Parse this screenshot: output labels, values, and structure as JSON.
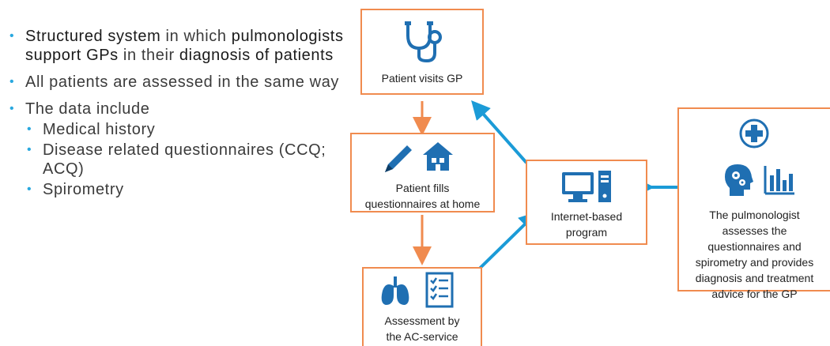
{
  "bullets": [
    {
      "segments": [
        {
          "text": "Structured system",
          "strong": true
        },
        {
          "text": " in which ",
          "strong": false
        },
        {
          "text": "pulmonologists support GPs",
          "strong": true
        },
        {
          "text": " in their ",
          "strong": false
        },
        {
          "text": "diagnosis of patients",
          "strong": true
        }
      ]
    },
    {
      "text": "All patients are assessed in the same way"
    },
    {
      "text": "The data include"
    }
  ],
  "sub_bullets": [
    "Medical history",
    "Disease related questionnaires (CCQ; ACQ)",
    "Spirometry"
  ],
  "diagram": {
    "box_gp": {
      "label": "Patient visits GP",
      "icon": "stethoscope-icon"
    },
    "box_home": {
      "label_line1": "Patient fills",
      "label_line2": "questionnaires at home",
      "icons": [
        "pencil-icon",
        "house-icon"
      ]
    },
    "box_ac": {
      "label_line1": "Assessment by",
      "label_line2": "the AC-service",
      "icons": [
        "lungs-icon",
        "checklist-icon"
      ]
    },
    "box_program": {
      "label_line1": "Internet-based",
      "label_line2": "program",
      "icon": "computer-icon"
    },
    "box_pulmo": {
      "lines": [
        "The pulmonologist",
        "assesses the",
        "questionnaires and",
        "spirometry and provides",
        "diagnosis and treatment",
        "advice for the GP"
      ],
      "icons": [
        "medical-cross-icon",
        "head-gears-icon",
        "bar-chart-icon"
      ]
    }
  },
  "colors": {
    "orange": "#f08b4f",
    "blue": "#1b9bd7",
    "icon_blue": "#1f6fb2",
    "bullet_blue": "#29a8df"
  }
}
